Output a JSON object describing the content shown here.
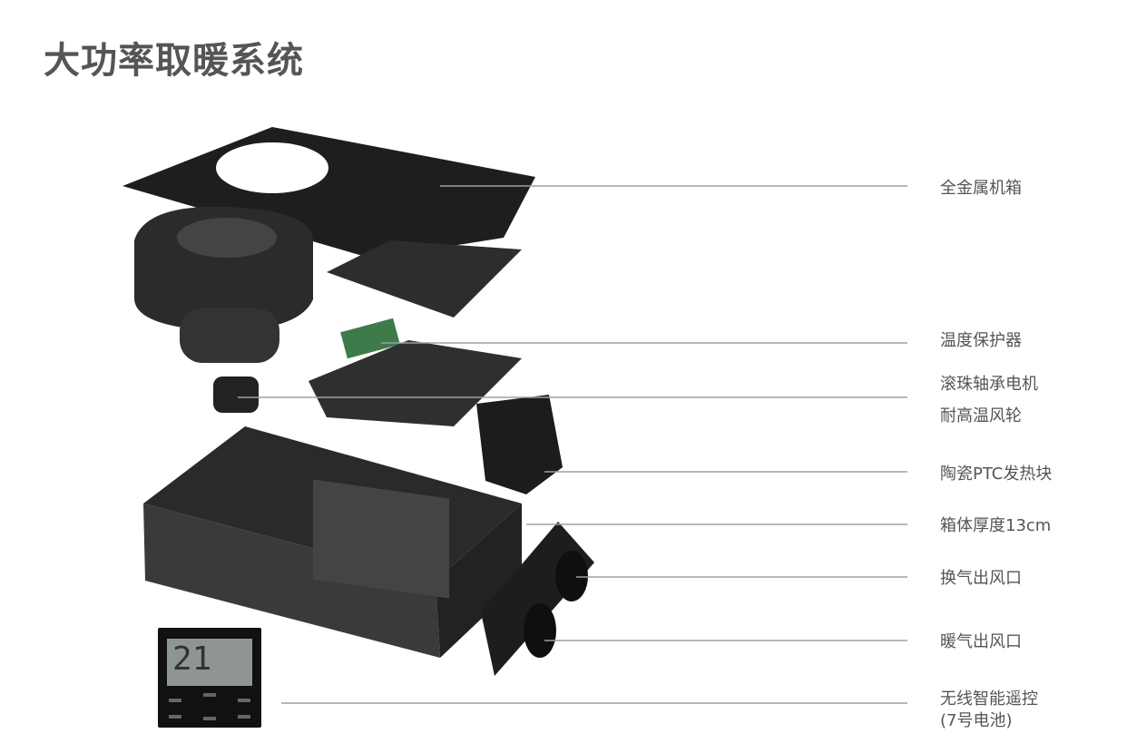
{
  "title": "大功率取暖系统",
  "labels": [
    {
      "id": "metal-case",
      "text": "全金属机箱"
    },
    {
      "id": "temp-protector",
      "text": "温度保护器"
    },
    {
      "id": "motor",
      "text": "滚珠轴承电机"
    },
    {
      "id": "fan-wheel",
      "text": "耐高温风轮"
    },
    {
      "id": "ptc-heater",
      "text": "陶瓷PTC发热块"
    },
    {
      "id": "thickness",
      "text": "箱体厚度13cm"
    },
    {
      "id": "vent-outlet",
      "text": "换气出风口"
    },
    {
      "id": "warm-outlet",
      "text": "暖气出风口"
    },
    {
      "id": "remote",
      "text": "无线智能遥控"
    },
    {
      "id": "battery",
      "text": "(7号电池)"
    }
  ],
  "remote_display": "21",
  "colors": {
    "title": "#555555",
    "leader_line": "#9aa0a8",
    "product": "#2a2a2a"
  }
}
